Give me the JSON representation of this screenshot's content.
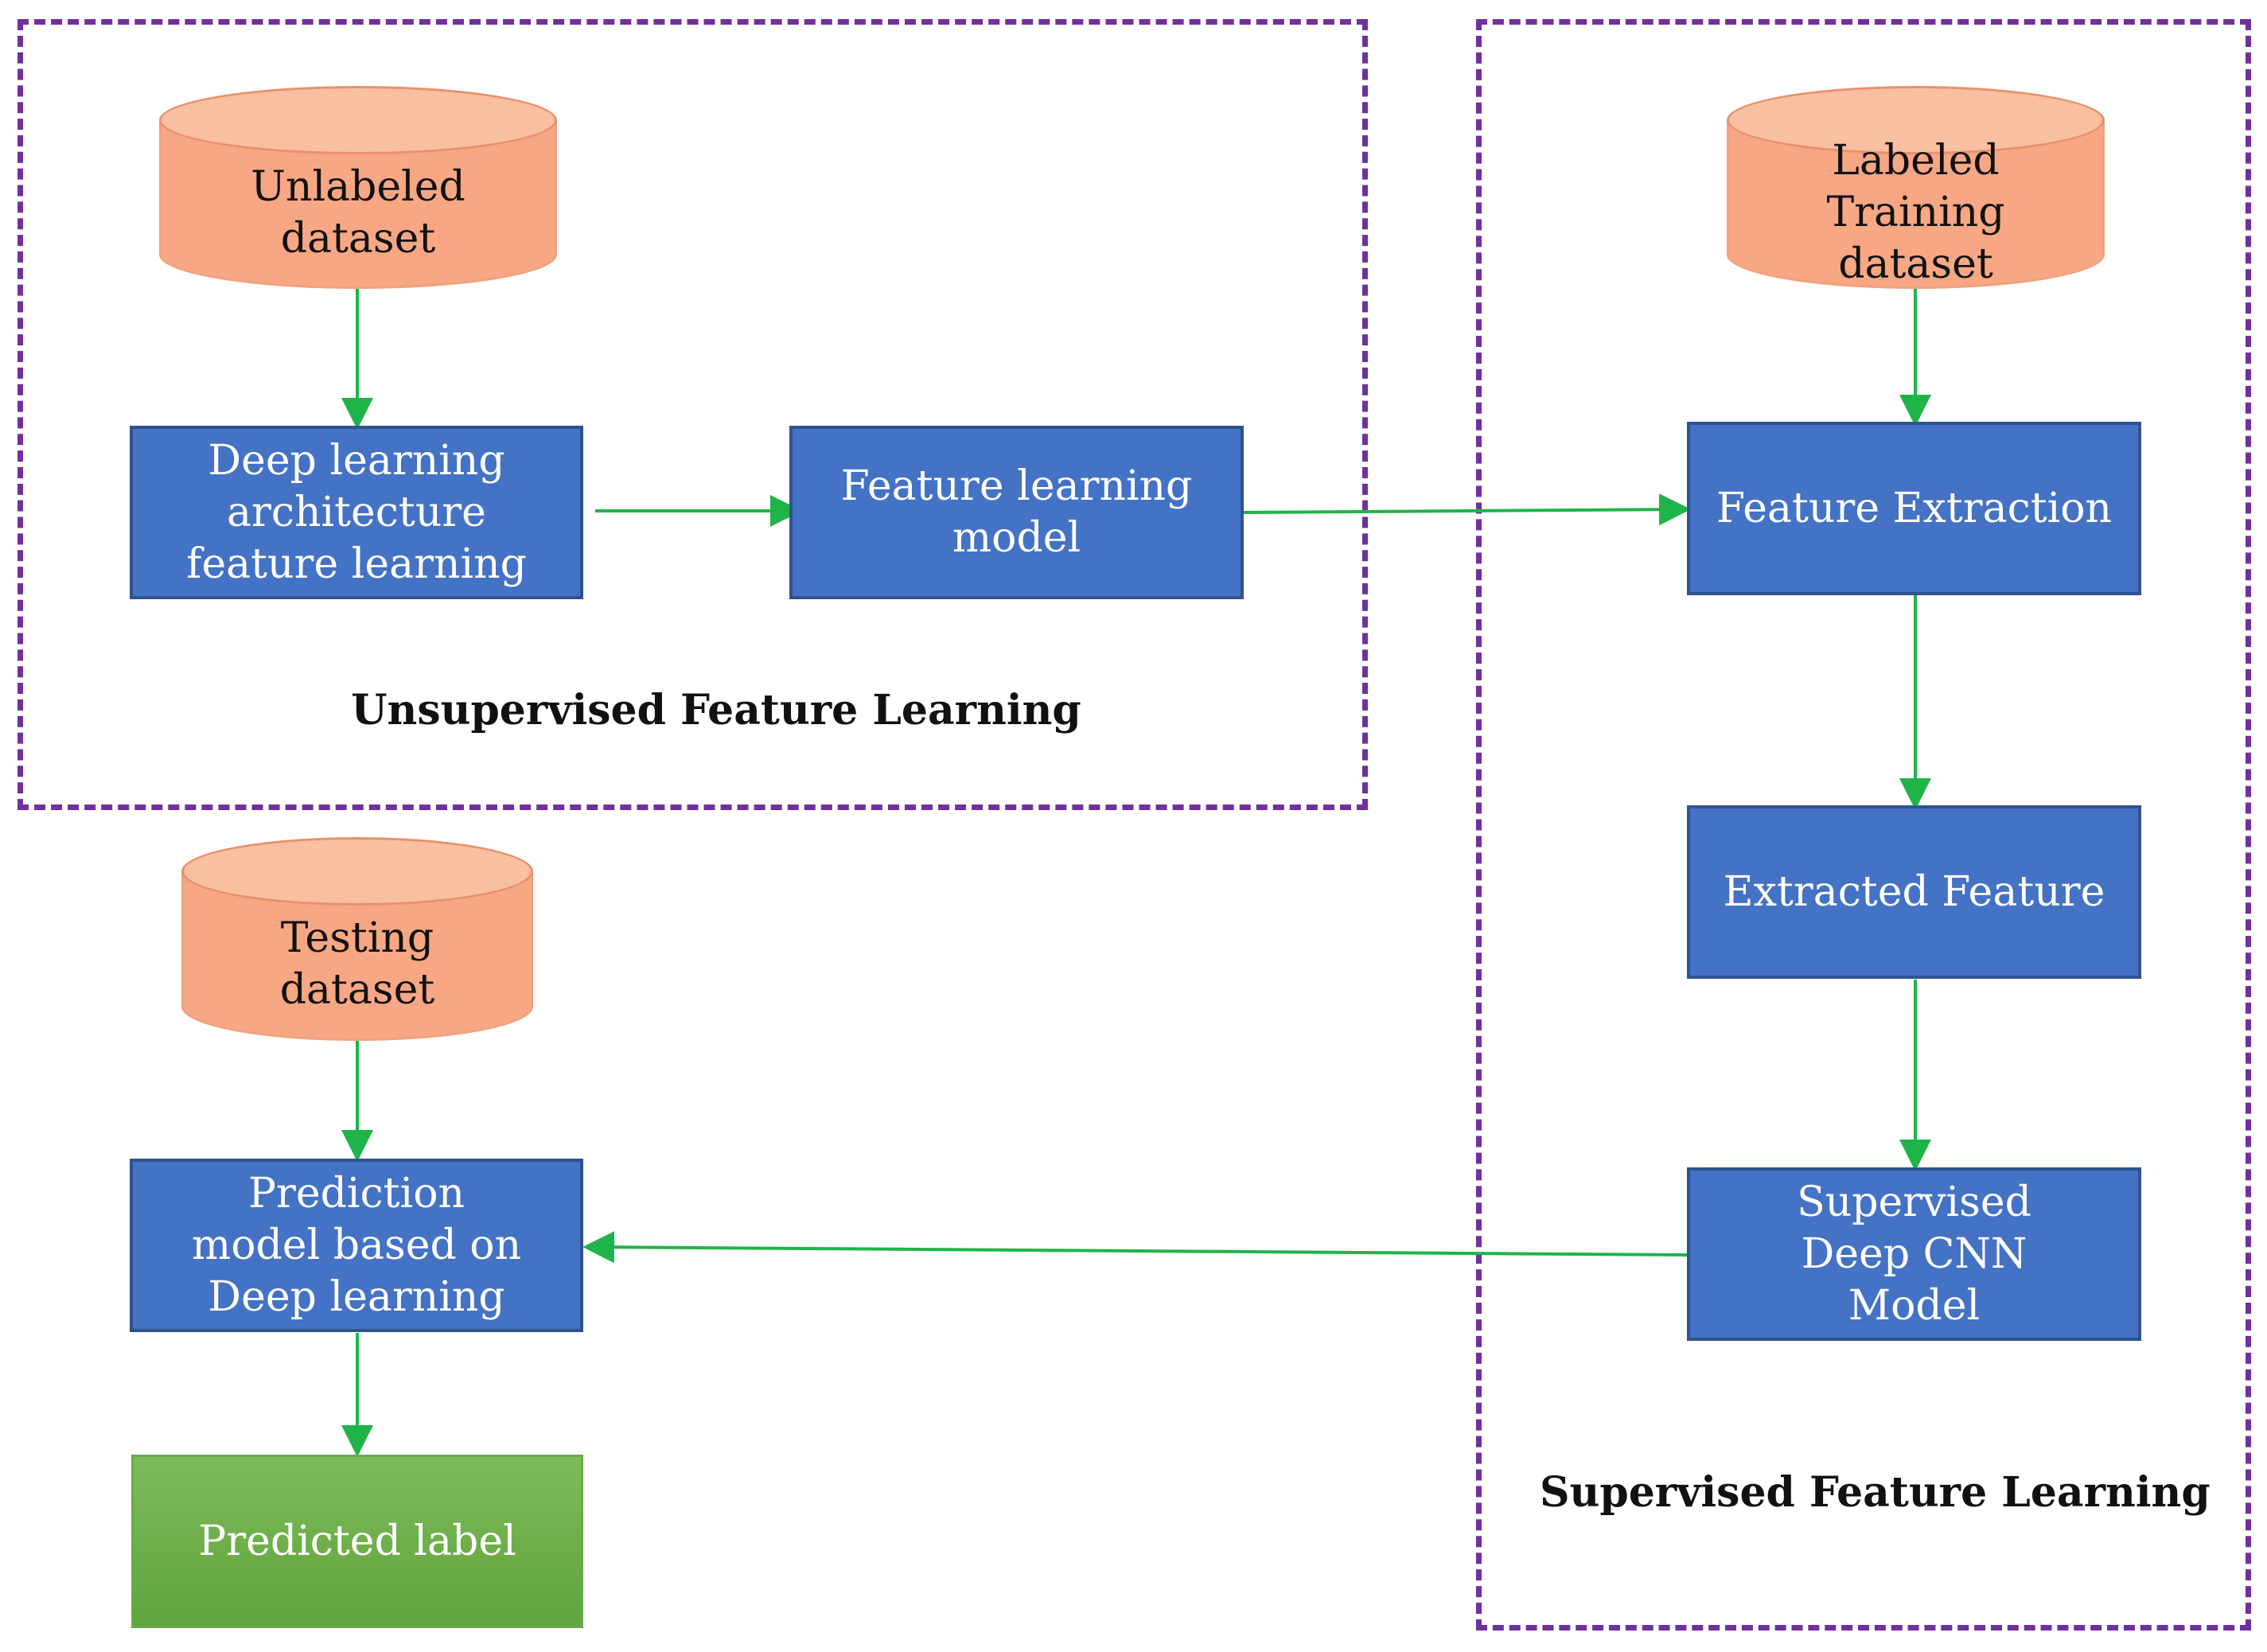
{
  "groups": {
    "unsupervised": {
      "label": "Unsupervised Feature Learning"
    },
    "supervised": {
      "label": "Supervised Feature Learning"
    }
  },
  "datasets": {
    "unlabeled": "Unlabeled dataset",
    "labeled": "Labeled Training dataset",
    "testing": "Testing dataset"
  },
  "processes": {
    "deep_arch": "Deep learning architecture feature learning",
    "feature_model": "Feature learning model",
    "feature_extraction": "Feature Extraction",
    "extracted_feature": "Extracted Feature",
    "supervised_cnn": "Supervised Deep CNN Model",
    "prediction_model": "Prediction model based on Deep learning"
  },
  "outputs": {
    "predicted_label": "Predicted label"
  },
  "colors": {
    "group_border": "#7030a0",
    "process_fill": "#4472c4",
    "dataset_fill": "#f7a784",
    "output_fill": "#70ad47",
    "arrow": "#1fb44a"
  }
}
